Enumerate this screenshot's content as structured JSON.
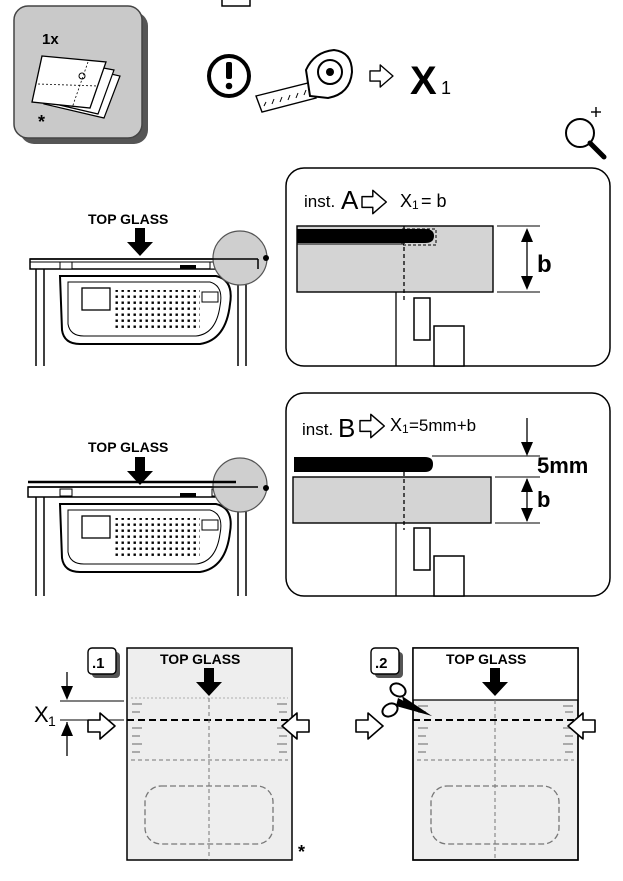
{
  "sheet_box": {
    "count": "1x",
    "asterisk": "*"
  },
  "measure": {
    "symbol": "X",
    "subscript": "1"
  },
  "panel_a": {
    "label_small": "inst.",
    "label_big": "A",
    "formula_x": "X",
    "formula_sub": "1",
    "formula_rest": "= b",
    "dim_b": "b",
    "top_glass": "TOP GLASS"
  },
  "panel_b": {
    "label_small": "inst.",
    "label_big": "B",
    "formula_x": "X",
    "formula_sub": "1",
    "formula_rest": "=5mm+b",
    "dim_5mm": "5mm",
    "dim_b": "b",
    "top_glass": "TOP GLASS"
  },
  "template_1": {
    "step": ".1",
    "top_glass": "TOP GLASS",
    "x_label": "X",
    "x_sub": "1",
    "asterisk": "*"
  },
  "template_2": {
    "step": ".2",
    "top_glass": "TOP GLASS"
  },
  "colors": {
    "gray_panel": "#d4d4d4",
    "light_panel": "#eeeeee",
    "ink": "#000000"
  }
}
